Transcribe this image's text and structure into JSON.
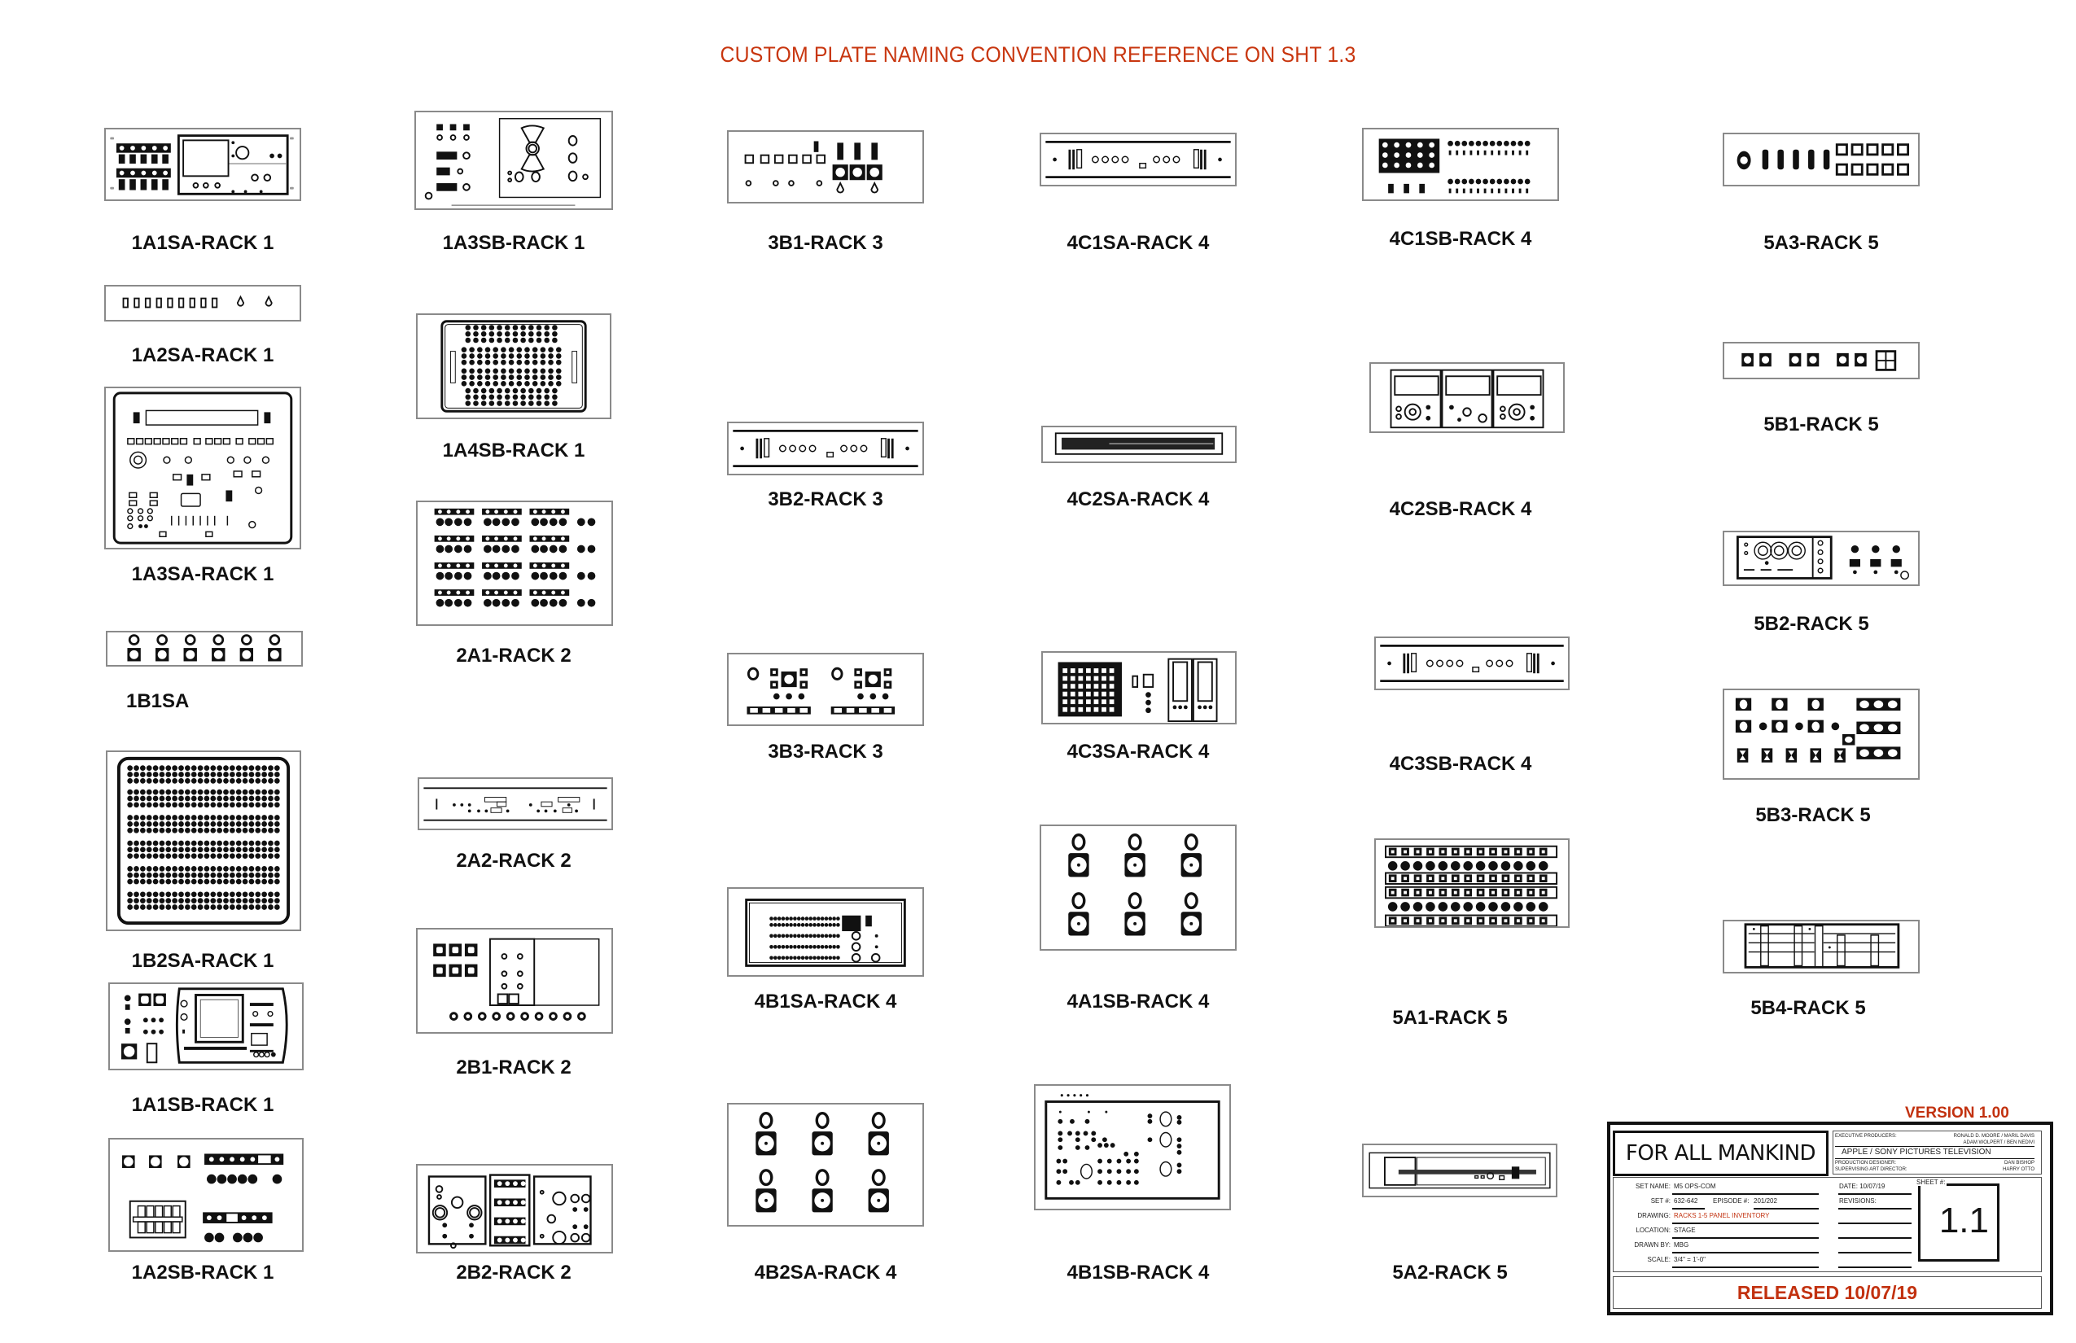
{
  "header": {
    "title": "CUSTOM PLATE NAMING CONVENTION REFERENCE ON SHT 1.3",
    "title_color": "#c8360f"
  },
  "panels": [
    {
      "id": "1A1SA",
      "label": "1A1SA-RACK 1"
    },
    {
      "id": "1A2SA",
      "label": "1A2SA-RACK 1"
    },
    {
      "id": "1A3SA",
      "label": "1A3SA-RACK 1"
    },
    {
      "id": "1B1SA",
      "label": "1B1SA"
    },
    {
      "id": "1B2SA",
      "label": "1B2SA-RACK 1"
    },
    {
      "id": "1A1SB",
      "label": "1A1SB-RACK 1"
    },
    {
      "id": "1A2SB",
      "label": "1A2SB-RACK 1"
    },
    {
      "id": "1A3SB",
      "label": "1A3SB-RACK 1"
    },
    {
      "id": "1A4SB",
      "label": "1A4SB-RACK 1"
    },
    {
      "id": "2A1",
      "label": "2A1-RACK 2"
    },
    {
      "id": "2A2",
      "label": "2A2-RACK 2"
    },
    {
      "id": "2B1",
      "label": "2B1-RACK 2"
    },
    {
      "id": "2B2",
      "label": "2B2-RACK 2"
    },
    {
      "id": "3B1",
      "label": "3B1-RACK 3"
    },
    {
      "id": "3B2",
      "label": "3B2-RACK 3"
    },
    {
      "id": "3B3",
      "label": "3B3-RACK 3"
    },
    {
      "id": "4B1SA",
      "label": "4B1SA-RACK 4"
    },
    {
      "id": "4B2SA",
      "label": "4B2SA-RACK 4"
    },
    {
      "id": "4C1SA",
      "label": "4C1SA-RACK 4"
    },
    {
      "id": "4C2SA",
      "label": "4C2SA-RACK 4"
    },
    {
      "id": "4C3SA",
      "label": "4C3SA-RACK 4"
    },
    {
      "id": "4A1SB",
      "label": "4A1SB-RACK 4"
    },
    {
      "id": "4B1SB",
      "label": "4B1SB-RACK 4"
    },
    {
      "id": "4C1SB",
      "label": "4C1SB-RACK 4"
    },
    {
      "id": "4C2SB",
      "label": "4C2SB-RACK 4"
    },
    {
      "id": "4C3SB",
      "label": "4C3SB-RACK 4"
    },
    {
      "id": "5A1",
      "label": "5A1-RACK 5"
    },
    {
      "id": "5A2",
      "label": "5A2-RACK 5"
    },
    {
      "id": "5A3",
      "label": "5A3-RACK 5"
    },
    {
      "id": "5B1",
      "label": "5B1-RACK 5"
    },
    {
      "id": "5B2",
      "label": "5B2-RACK 5"
    },
    {
      "id": "5B3",
      "label": "5B3-RACK 5"
    },
    {
      "id": "5B4",
      "label": "5B4-RACK 5"
    }
  ],
  "title_block": {
    "version": "VERSION 1.00",
    "show_title": "FOR ALL MANKIND",
    "executive_producers_label": "EXECUTIVE PRODUCERS:",
    "executive_producers_line1": "RONALD D. MOORE / MARIL DAVIS",
    "executive_producers_line2": "ADAM WOLPERT / BEN NEDIVI",
    "studio": "APPLE  /  SONY PICTURES TELEVISION",
    "production_designer_label": "PRODUCTION DESIGNER:",
    "production_designer": "DAN BISHOP",
    "supervising_art_director_label": "SUPERVISING ART DIRECTOR:",
    "supervising_art_director": "HARRY OTTO",
    "set_name_label": "SET NAME:",
    "set_name": "M5  OPS-COM",
    "set_number_label": "SET #:",
    "set_number": "632-642",
    "episode_label": "EPISODE #:",
    "episode": "201/202",
    "drawing_label": "DRAWING:",
    "drawing": "RACKS 1-5 PANEL INVENTORY",
    "location_label": "LOCATION:",
    "location": "STAGE",
    "drawn_by_label": "DRAWN BY:",
    "drawn_by": "MBG",
    "scale_label": "SCALE:",
    "scale": "3/4\" = 1'-0\"",
    "date_label": "DATE:",
    "date": "10/07/19",
    "revisions_label": "REVISIONS:",
    "sheet_label": "SHEET #:",
    "sheet_number": "1.1",
    "released": "RELEASED 10/07/19",
    "accent_color": "#c2310f"
  }
}
